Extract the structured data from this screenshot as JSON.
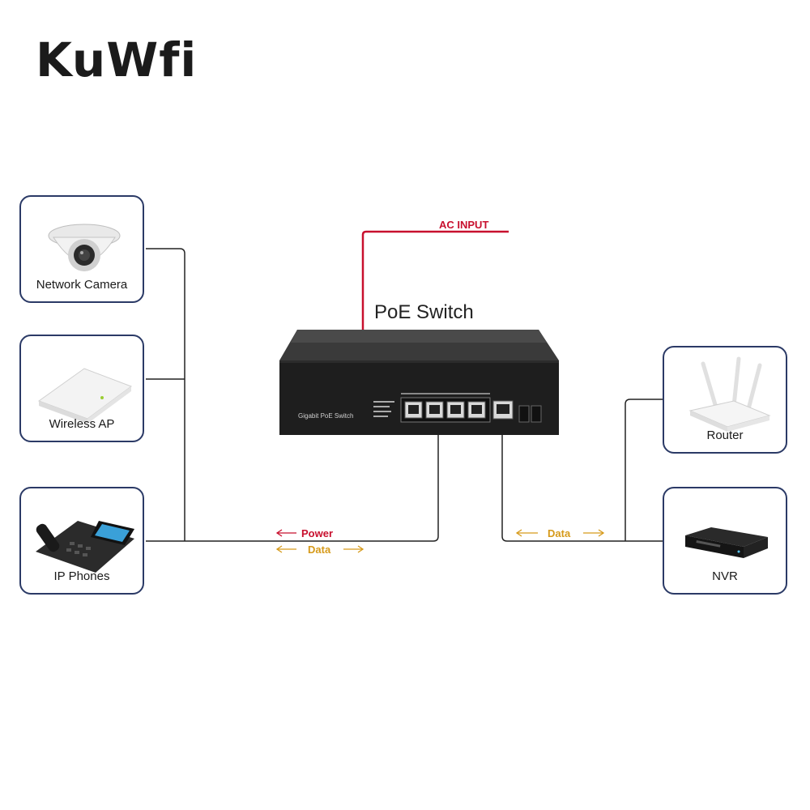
{
  "brand": {
    "logo_text": "KuWfi"
  },
  "ac_input_label": "AC INPUT",
  "switch": {
    "title": "PoE Switch",
    "front_label": "Gigabit PoE Switch"
  },
  "devices": {
    "left": [
      {
        "label": "Network Camera",
        "icon": "dome-camera-icon"
      },
      {
        "label": "Wireless AP",
        "icon": "ceiling-ap-icon"
      },
      {
        "label": "IP Phones",
        "icon": "desk-phone-icon"
      }
    ],
    "right": [
      {
        "label": "Router",
        "icon": "router-icon"
      },
      {
        "label": "NVR",
        "icon": "nvr-icon"
      }
    ]
  },
  "flows": {
    "left_power": "Power",
    "left_data": "Data",
    "right_data": "Data"
  },
  "colors": {
    "power": "#c8102e",
    "data": "#d69a1a",
    "card_border": "#2b3a66",
    "wire": "#222222"
  }
}
